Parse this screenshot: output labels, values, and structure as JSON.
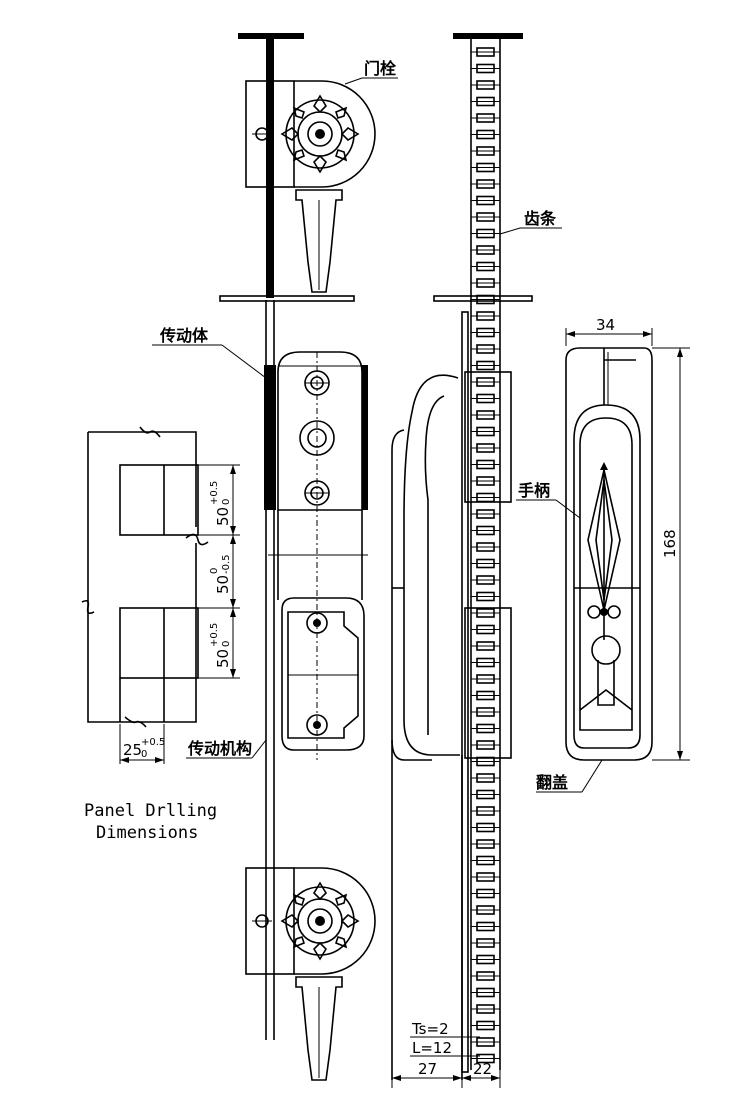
{
  "labels": {
    "latch": "门栓",
    "rack": "齿条",
    "transmission_body": "传动体",
    "handle": "手柄",
    "transmission_mechanism": "传动机构",
    "flip_cover": "翻盖"
  },
  "panel": {
    "caption_line1": "Panel Drlling",
    "caption_line2": "Dimensions",
    "dim_top": "50",
    "dim_top_tol_upper": "+0.5",
    "dim_top_tol_lower": "0",
    "dim_mid": "50",
    "dim_mid_tol_upper": "0",
    "dim_mid_tol_lower": "-0.5",
    "dim_bot": "50",
    "dim_bot_tol_upper": "+0.5",
    "dim_bot_tol_lower": "0",
    "dim_width": "25",
    "dim_width_tol_upper": "+0.5",
    "dim_width_tol_lower": "0"
  },
  "handle_dims": {
    "width": "34",
    "height": "168"
  },
  "bottom_dims": {
    "ts": "Ts=2",
    "l": "L=12",
    "left": "27",
    "right": "22"
  }
}
